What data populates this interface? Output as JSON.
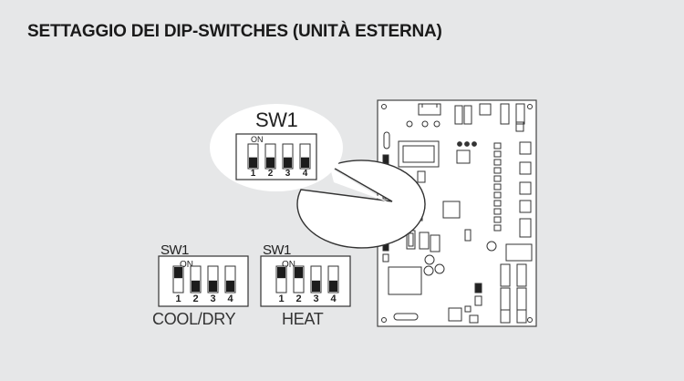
{
  "title": "SETTAGGIO DEI DIP-SWITCHES (UNITÀ ESTERNA)",
  "callout": {
    "switch_name": "SW1",
    "on_label": "ON",
    "switch_numbers": [
      "1",
      "2",
      "3",
      "4"
    ],
    "switch_states": [
      "off",
      "off",
      "off",
      "off"
    ]
  },
  "settings": [
    {
      "switch_name": "SW1",
      "on_label": "ON",
      "switch_numbers": [
        "1",
        "2",
        "3",
        "4"
      ],
      "switch_states": [
        "on",
        "off",
        "off",
        "off"
      ],
      "mode": "COOL/DRY"
    },
    {
      "switch_name": "SW1",
      "on_label": "ON",
      "switch_numbers": [
        "1",
        "2",
        "3",
        "4"
      ],
      "switch_states": [
        "on",
        "on",
        "off",
        "off"
      ],
      "mode": "HEAT"
    }
  ],
  "colors": {
    "background": "#e6e7e8",
    "board": "#ffffff",
    "ink": "#222222"
  }
}
